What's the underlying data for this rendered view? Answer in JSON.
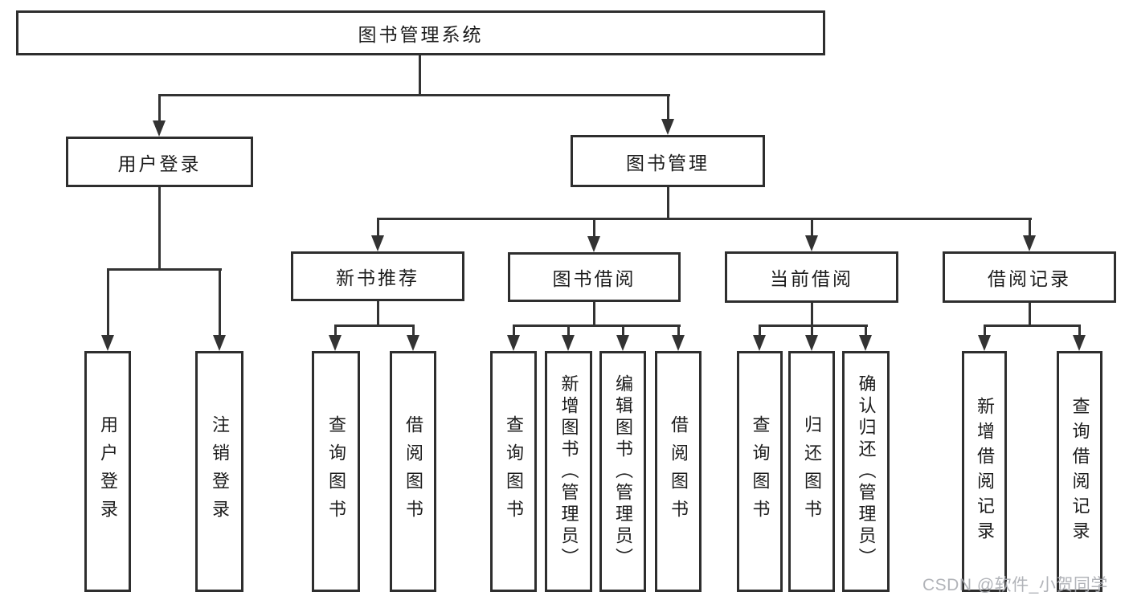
{
  "root": {
    "label": "图书管理系统"
  },
  "branches": {
    "user_login": {
      "label": "用户登录",
      "children": [
        {
          "label": "用户登录"
        },
        {
          "label": "注销登录"
        }
      ]
    },
    "book_management": {
      "label": "图书管理",
      "children": [
        {
          "label": "新书推荐",
          "children": [
            {
              "label": "查询图书"
            },
            {
              "label": "借阅图书"
            }
          ]
        },
        {
          "label": "图书借阅",
          "children": [
            {
              "label": "查询图书"
            },
            {
              "label": "新增图书（管理员）"
            },
            {
              "label": "编辑图书（管理员）"
            },
            {
              "label": "借阅图书"
            }
          ]
        },
        {
          "label": "当前借阅",
          "children": [
            {
              "label": "查询图书"
            },
            {
              "label": "归还图书"
            },
            {
              "label": "确认归还（管理员）"
            }
          ]
        },
        {
          "label": "借阅记录",
          "children": [
            {
              "label": "新增借阅记录"
            },
            {
              "label": "查询借阅记录"
            }
          ]
        }
      ]
    }
  },
  "watermark": "CSDN @软件_小贺同学",
  "colors": {
    "line": "#333333",
    "border": "#2e2e2e",
    "text": "#1c1c1c",
    "watermark": "#abaeb3",
    "background": "#ffffff"
  }
}
